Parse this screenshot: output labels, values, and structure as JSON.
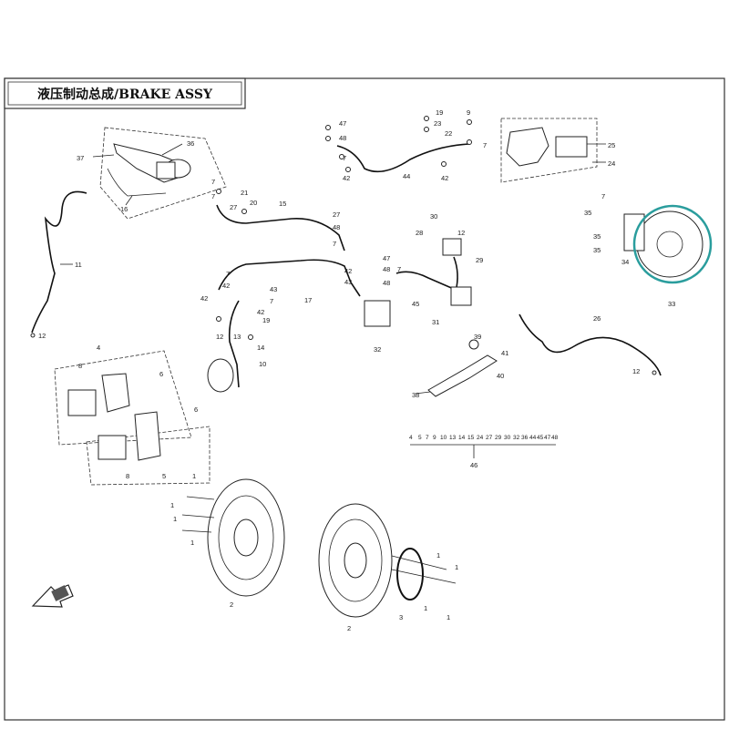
{
  "title": "液压制动总成/BRAKE ASSY",
  "highlight_color": "#2a9d9d",
  "callouts": {
    "c36": "36",
    "c37": "37",
    "c16": "16",
    "c11": "11",
    "c12a": "12",
    "c7a": "7",
    "c21": "21",
    "c27a": "27",
    "c20": "20",
    "c7b": "7",
    "c15": "15",
    "c47a": "47",
    "c48a": "48",
    "c7c": "7",
    "c42a": "42",
    "c19a": "19",
    "c23": "23",
    "c22": "22",
    "c9": "9",
    "c7d": "7",
    "c44": "44",
    "c42b": "42",
    "c25": "25",
    "c24": "24",
    "c7e": "7",
    "c35a": "35",
    "c35b": "35",
    "c35c": "35",
    "c34": "34",
    "c33": "33",
    "c27b": "27",
    "c48b": "48",
    "c7f": "7",
    "c42c": "42",
    "c43a": "43",
    "c17": "17",
    "c7g": "7",
    "c42d": "42",
    "c43b": "43",
    "c7h": "7",
    "c42e": "42",
    "c19b": "19",
    "c12b": "12",
    "c13": "13",
    "c14": "14",
    "c10": "10",
    "c42f": "42",
    "c32": "32",
    "c30": "30",
    "c28": "28",
    "c12c": "12",
    "c47b": "47",
    "c48c": "48",
    "c48d": "48",
    "c7i": "7",
    "c45": "45",
    "c29": "29",
    "c31": "31",
    "c39": "39",
    "c41": "41",
    "c40": "40",
    "c38": "38",
    "c26": "26",
    "c12d": "12",
    "c4": "4",
    "c8a": "8",
    "c6a": "6",
    "c6b": "6",
    "c8b": "8",
    "c5": "5",
    "c46": "46",
    "c1a": "1",
    "c1b": "1",
    "c1c": "1",
    "c1d": "1",
    "c2a": "2",
    "c2b": "2",
    "c3": "3",
    "c1e": "1",
    "c1f": "1",
    "c1g": "1",
    "c1h": "1"
  },
  "kit_list": [
    "4",
    "5",
    "7",
    "9",
    "10",
    "13",
    "14",
    "15",
    "24",
    "27",
    "29",
    "30",
    "32",
    "36",
    "44",
    "45",
    "47",
    "48"
  ]
}
